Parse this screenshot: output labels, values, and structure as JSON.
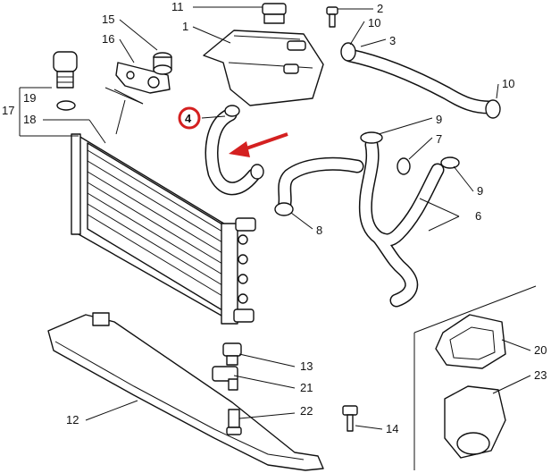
{
  "callouts": {
    "c1": "1",
    "c2": "2",
    "c3": "3",
    "c4": "4",
    "c6": "6",
    "c7": "7",
    "c8": "8",
    "c9a": "9",
    "c9b": "9",
    "c10a": "10",
    "c10b": "10",
    "c11": "11",
    "c12": "12",
    "c13": "13",
    "c14": "14",
    "c15": "15",
    "c16": "16",
    "c17": "17",
    "c18": "18",
    "c19": "19",
    "c20": "20",
    "c21": "21",
    "c22": "22",
    "c23": "23"
  },
  "highlight": {
    "part": "4",
    "color": "#d42020"
  },
  "colors": {
    "ink": "#111111",
    "paper": "#ffffff",
    "arrow": "#d42020"
  }
}
